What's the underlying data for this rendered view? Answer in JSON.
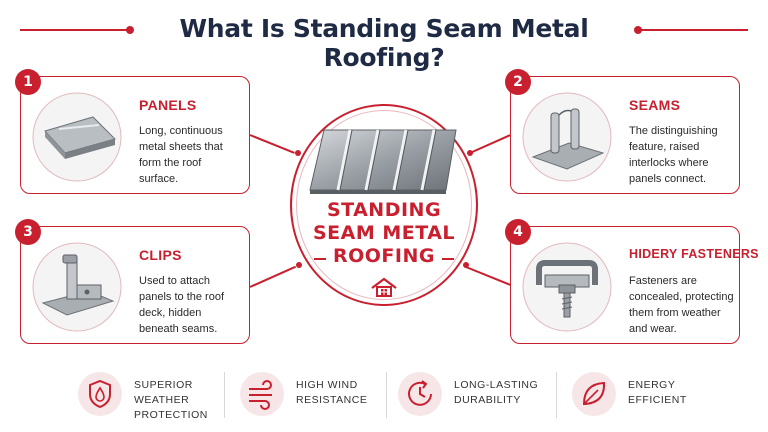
{
  "title": "What Is Standing Seam Metal Roofing?",
  "center": {
    "line1": "STANDING",
    "line2": "SEAM METAL",
    "line3": "ROOFING"
  },
  "cards": [
    {
      "number": "1",
      "title": "PANELS",
      "lines": [
        "Long, continuous",
        "metal sheets that",
        "form the roof",
        "surface."
      ],
      "icon": "metal-sheet-icon"
    },
    {
      "number": "2",
      "title": "SEAMS",
      "lines": [
        "The distinguishing",
        "feature, raised",
        "interlocks where",
        "panels connect."
      ],
      "icon": "seam-profile-icon"
    },
    {
      "number": "3",
      "title": "CLIPS",
      "lines": [
        "Used to attach",
        "panels to the roof",
        "deck, hidden",
        "beneath seams."
      ],
      "icon": "clip-icon"
    },
    {
      "number": "4",
      "title": "HIDERY FASTENERS",
      "lines": [
        "Fasteners are",
        "concealed, protecting",
        "them from weather",
        "and wear."
      ],
      "icon": "fastener-icon"
    }
  ],
  "features": [
    {
      "line1": "SUPERIOR",
      "line2": "WEATHER",
      "line3": "PROTECTION",
      "icon": "shield-drop-icon"
    },
    {
      "line1": "HIGH WIND",
      "line2": "RESISTANCE",
      "icon": "wind-icon"
    },
    {
      "line1": "LONG-LASTING",
      "line2": "DURABILITY",
      "icon": "clock-icon"
    },
    {
      "line1": "ENERGY",
      "line2": "EFFICIENT",
      "icon": "leaf-icon"
    }
  ],
  "colors": {
    "accent": "#c8202e",
    "title": "#1f2a44",
    "text": "#2a2a2a"
  }
}
